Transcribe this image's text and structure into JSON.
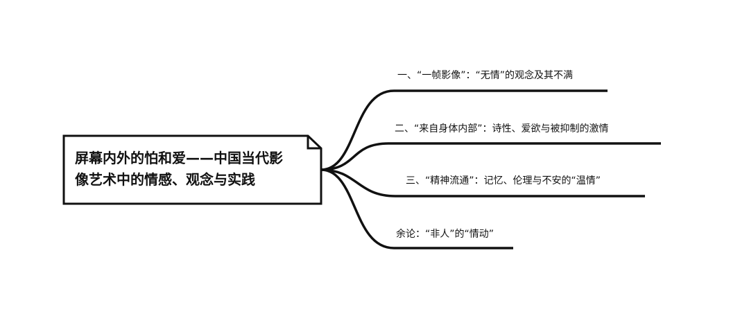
{
  "mindmap": {
    "root": {
      "lines": [
        "屏幕内外的怕和爱——中国当代影",
        "像艺术中的情感、观念与实践"
      ]
    },
    "branches": [
      {
        "label": "一、“一帧影像”：“无情”的观念及其不满"
      },
      {
        "label": "二、“来自身体内部”：诗性、爱欲与被抑制的激情"
      },
      {
        "label": "三、“精神流通”：记忆、伦理与不安的“温情”"
      },
      {
        "label": "余论：“非人”的“情动”"
      }
    ]
  },
  "colors": {
    "line": "#111111",
    "background": "#ffffff"
  }
}
